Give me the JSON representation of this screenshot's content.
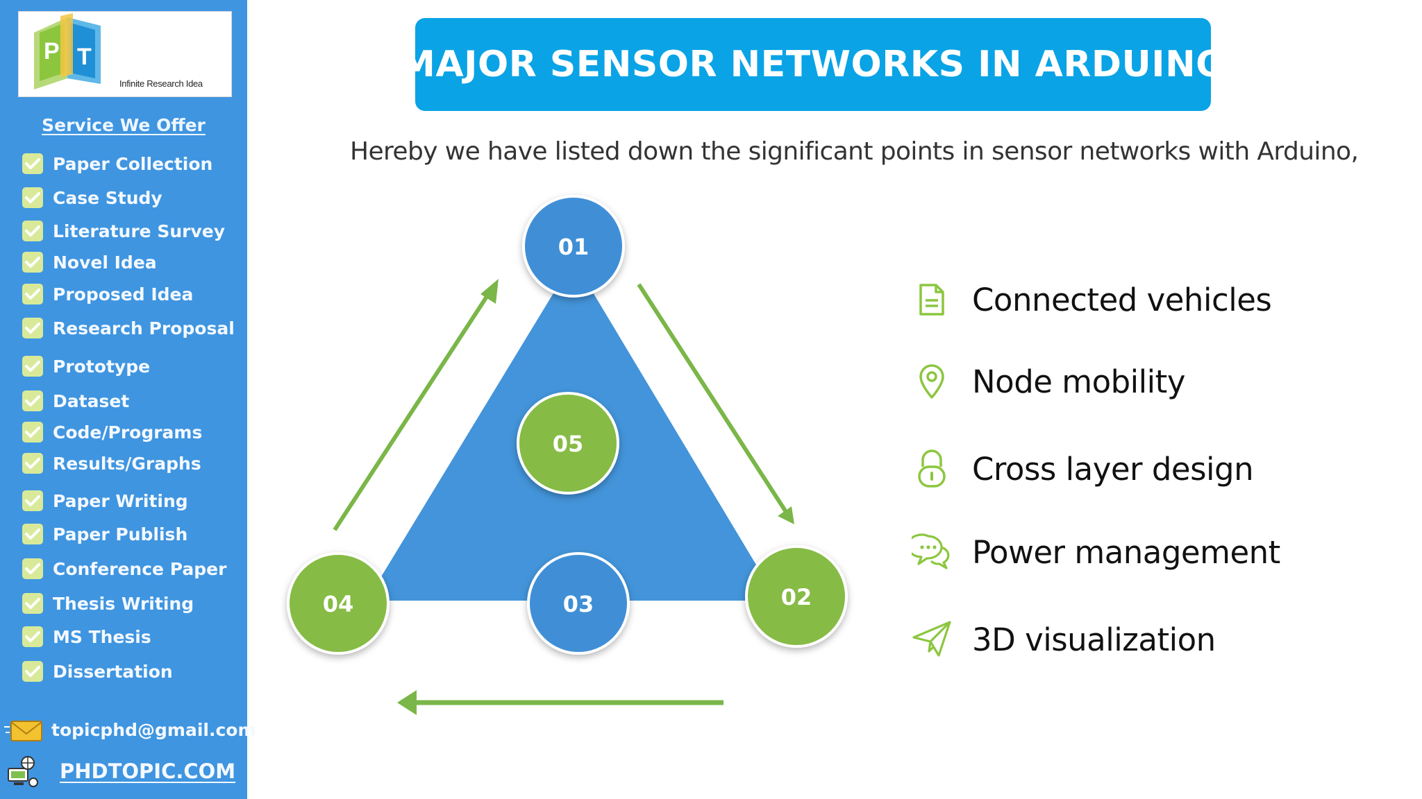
{
  "sidebar": {
    "logo": {
      "letters": "PT",
      "tagline": "Infinite Research Idea"
    },
    "heading": "Service We Offer",
    "services": [
      "Paper Collection",
      "Case Study",
      "Literature Survey",
      "Novel Idea",
      "Proposed Idea",
      "Research Proposal",
      "Prototype",
      "Dataset",
      "Code/Programs",
      "Results/Graphs",
      "Paper Writing",
      "Paper Publish",
      "Conference Paper",
      "Thesis Writing",
      "MS Thesis",
      "Dissertation"
    ],
    "email": "topicphd@gmail.com",
    "website": "PHDTOPIC.COM"
  },
  "title": "MAJOR SENSOR NETWORKS IN ARDUINO",
  "subtitle": "Hereby we have listed down the significant points in sensor networks with Arduino,",
  "diagram": {
    "nodes": [
      "01",
      "02",
      "03",
      "04",
      "05"
    ]
  },
  "points": [
    {
      "icon": "document-icon",
      "label": "Connected vehicles"
    },
    {
      "icon": "location-pin-icon",
      "label": "Node mobility"
    },
    {
      "icon": "lock-icon",
      "label": "Cross layer design"
    },
    {
      "icon": "chat-bubbles-icon",
      "label": "Power management"
    },
    {
      "icon": "paper-plane-icon",
      "label": "3D visualization"
    }
  ],
  "colors": {
    "sidebar": "#3f95e0",
    "title_banner": "#0aa3e6",
    "triangle": "#4394da",
    "blue_node": "#3f8fd6",
    "green_node": "#86bb44",
    "arrow": "#7ab648",
    "icon": "#8cc63f"
  }
}
